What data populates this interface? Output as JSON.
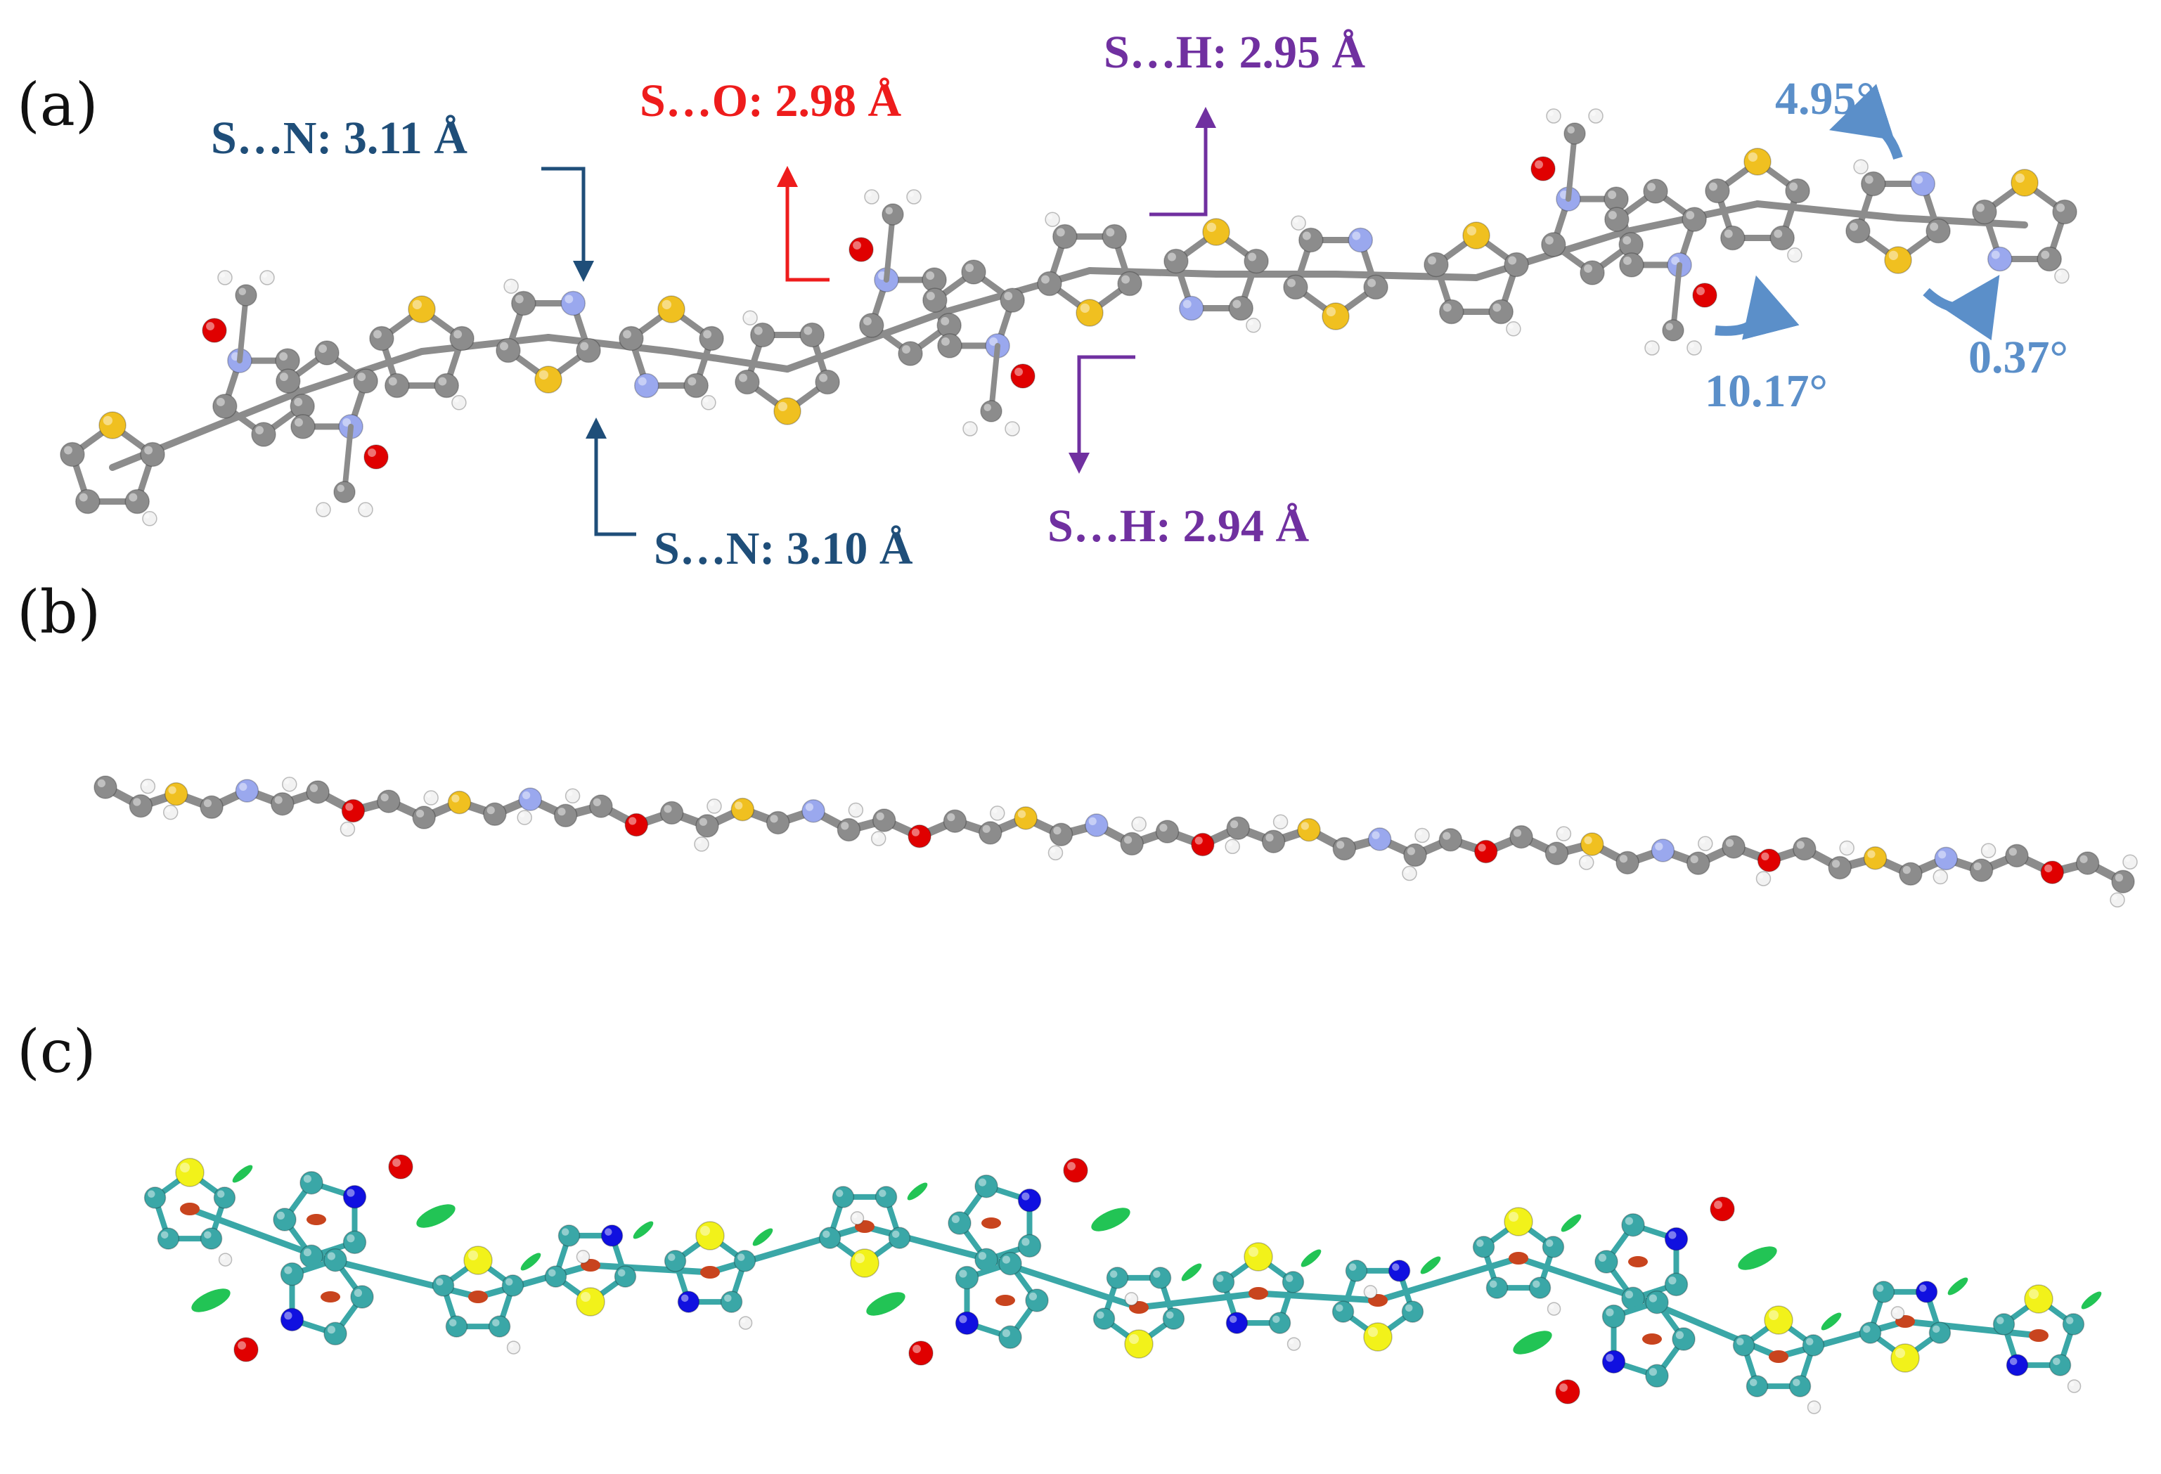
{
  "figure": {
    "panels": [
      {
        "id": "a",
        "label": "(a)"
      },
      {
        "id": "b",
        "label": "(b)"
      },
      {
        "id": "c",
        "label": "(c)"
      }
    ],
    "interactions": [
      {
        "id": "s-n-1",
        "text": "S…N: 3.11 Å",
        "color": "#1f4e79"
      },
      {
        "id": "s-o",
        "text": "S…O: 2.98 Å",
        "color": "#ee1c1c"
      },
      {
        "id": "s-h-1",
        "text": "S…H: 2.95 Å",
        "color": "#7030a0"
      },
      {
        "id": "s-n-2",
        "text": "S…N: 3.10 Å",
        "color": "#1f4e79"
      },
      {
        "id": "s-h-2",
        "text": "S…H: 2.94 Å",
        "color": "#7030a0"
      }
    ],
    "dihedral_angles": [
      {
        "id": "angle-1",
        "text": "4.95°"
      },
      {
        "id": "angle-2",
        "text": "10.17°"
      },
      {
        "id": "angle-3",
        "text": "0.37°"
      }
    ],
    "colors": {
      "carbon": "#8c8c8c",
      "sulfur": "#f0c020",
      "nitrogen": "#9aa8ee",
      "oxygen": "#e00000",
      "hydrogen": "#f2f2f2",
      "angle_arrow": "#5b8fc9",
      "c_carbon": "#3aa7a7",
      "c_sulfur": "#f2f21a",
      "c_nitrogen": "#1010e0",
      "c_oxygen": "#e00000",
      "nci_green": "#22c455",
      "nci_red": "#c8441e"
    }
  }
}
